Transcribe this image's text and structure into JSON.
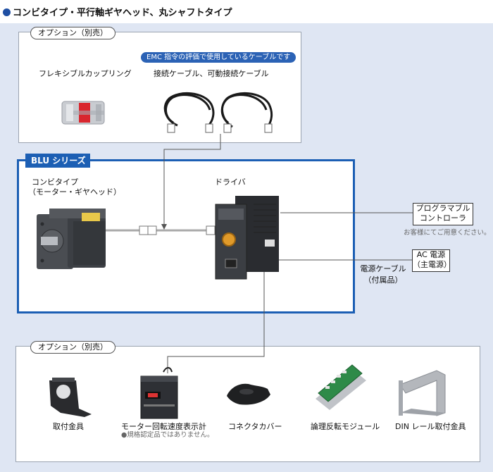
{
  "header": {
    "title": "コンビタイプ・平行軸ギヤヘッド、丸シャフトタイプ"
  },
  "options_top": {
    "tag": "オプション（別売）",
    "coupling_label": "フレキシブルカップリング",
    "emc_badge": "EMC 指令の評価で使用しているケーブルです",
    "cable_label": "接続ケーブル、可動接続ケーブル"
  },
  "blu": {
    "series_tab": "BLU シリーズ",
    "motor_label_1": "コンビタイプ",
    "motor_label_2": "（モーター・ギヤヘッド）",
    "driver_label": "ドライバ"
  },
  "right": {
    "plc_box_1": "プログラマブル",
    "plc_box_2": "コントローラ",
    "plc_note": "お客様にてご用意ください。",
    "ac_box_1": "AC 電源",
    "ac_box_2": "（主電源）",
    "power_cable_1": "電源ケーブル",
    "power_cable_2": "（付属品）"
  },
  "options_bottom": {
    "tag": "オプション（別売）",
    "items": [
      {
        "label": "取付金具",
        "icon": "mounting-bracket-icon"
      },
      {
        "label": "モーター回転速度表示計",
        "note": "●規格認定品ではありません。",
        "icon": "speed-indicator-icon"
      },
      {
        "label": "コネクタカバー",
        "icon": "connector-cover-icon"
      },
      {
        "label": "論理反転モジュール",
        "icon": "logic-inversion-module-icon"
      },
      {
        "label": "DIN レール取付金具",
        "icon": "din-rail-bracket-icon"
      }
    ]
  },
  "colors": {
    "accent": "#1c5fb4",
    "panel_bg": "#dfe6f3",
    "emc": "#2b62b5"
  }
}
